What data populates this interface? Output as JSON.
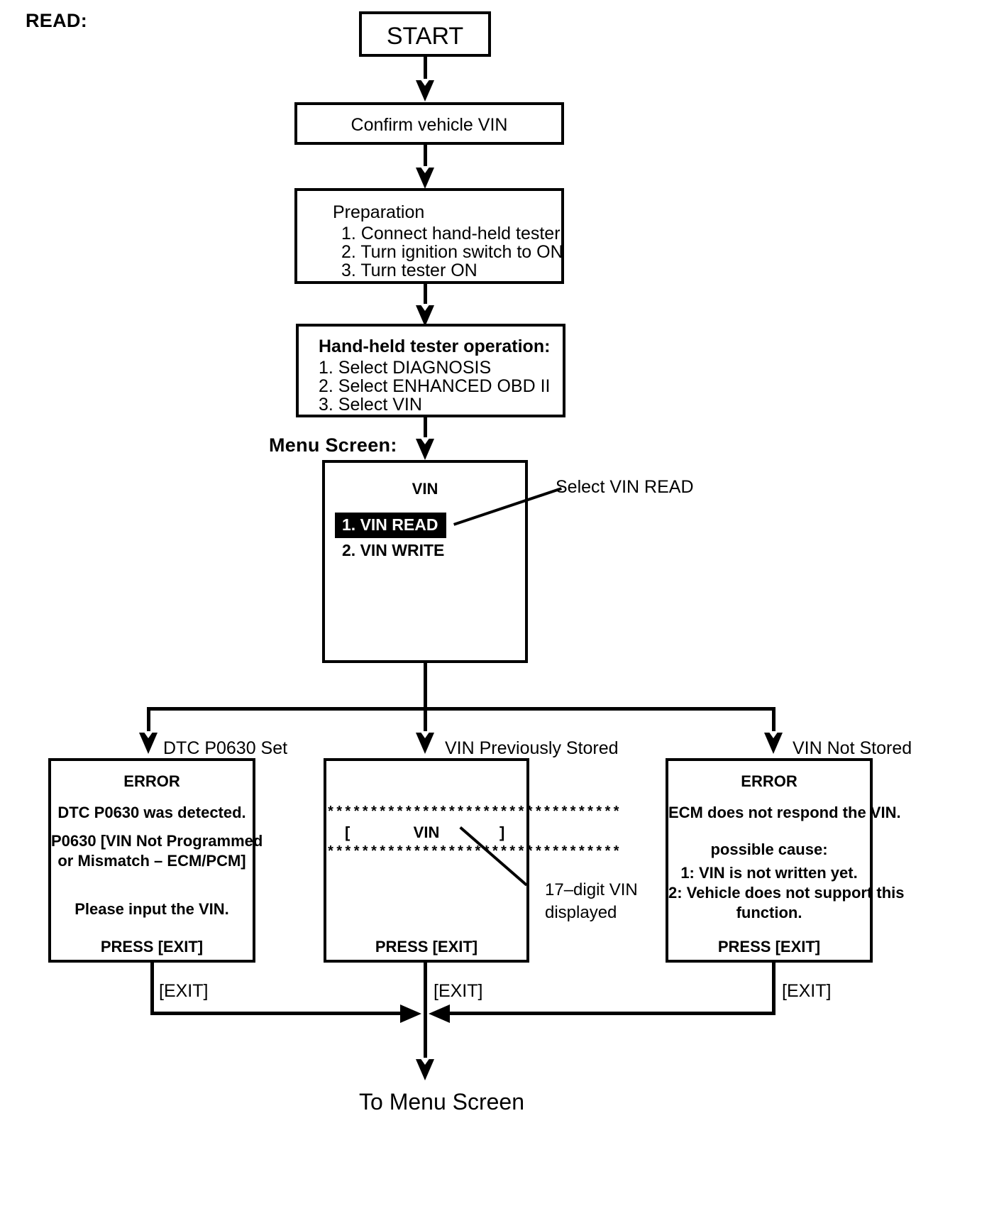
{
  "page": {
    "section_label": "READ:",
    "menu_screen_label": "Menu Screen:",
    "footer_label": "To Menu Screen"
  },
  "flow": {
    "start": "START",
    "confirm_vin": "Confirm vehicle VIN",
    "preparation": {
      "title": "Preparation",
      "steps": [
        "1. Connect hand-held tester",
        "2. Turn ignition switch to ON",
        "3. Turn tester ON"
      ]
    },
    "tester_operation": {
      "title": "Hand-held tester operation:",
      "steps": [
        "1. Select DIAGNOSIS",
        "2. Select ENHANCED OBD II",
        "3. Select VIN"
      ]
    },
    "menu_screen": {
      "title": "VIN",
      "items": [
        {
          "label": "1. VIN READ",
          "selected": true
        },
        {
          "label": "2. VIN WRITE",
          "selected": false
        }
      ],
      "annotation": "Select VIN READ"
    }
  },
  "branches": [
    {
      "branch_label": "DTC P0630 Set",
      "exit_label": "[EXIT]",
      "screen": {
        "title": "ERROR",
        "lines": [
          "DTC P0630 was detected.",
          "P0630  [VIN Not Programmed",
          "or Mismatch – ECM/PCM]",
          "Please input the VIN."
        ],
        "footer": "PRESS [EXIT]"
      }
    },
    {
      "branch_label": "VIN Previously Stored",
      "exit_label": "[EXIT]",
      "screen": {
        "stars_top": "**********************************",
        "bracket_open": "[",
        "vin_text": "VIN",
        "bracket_close": "]",
        "stars_bottom": "**********************************",
        "footer": "PRESS [EXIT]"
      },
      "annotation": [
        "17–digit VIN",
        "displayed"
      ]
    },
    {
      "branch_label": "VIN Not Stored",
      "exit_label": "[EXIT]",
      "screen": {
        "title": "ERROR",
        "lines": [
          "ECM does not respond the VIN.",
          "possible cause:",
          "1: VIN is not written yet.",
          "2: Vehicle  does  not  support  this",
          "function."
        ],
        "footer": "PRESS [EXIT]"
      }
    }
  ],
  "colors": {
    "ink": "#000000",
    "paper": "#ffffff",
    "highlight_bg": "#000000",
    "highlight_fg": "#ffffff"
  }
}
